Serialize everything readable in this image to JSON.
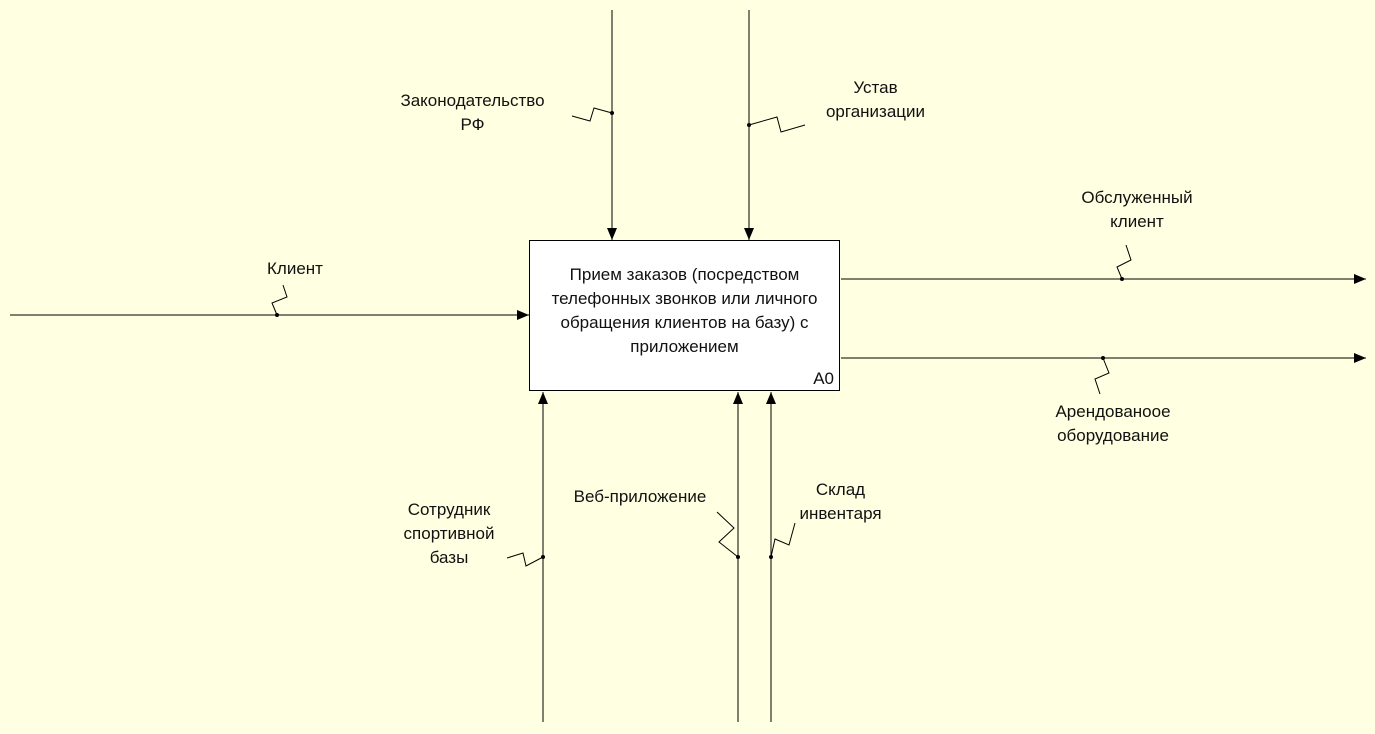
{
  "activity": {
    "title": "Прием заказов (посредством телефонных звонков или личного обращения клиентов на базу) с приложением",
    "node": "A0"
  },
  "arrows": {
    "input_client": "Клиент",
    "control_law": "Законодательство\nРФ",
    "control_charter": "Устав\nорганизации",
    "output_served": "Обслуженный\nклиент",
    "output_equipment": "Арендованоое\nоборудование",
    "mechanism_staff": "Сотрудник\nспортивной\nбазы",
    "mechanism_webapp": "Веб-приложение",
    "mechanism_warehouse": "Склад\nинвентаря"
  },
  "colors": {
    "background": "#FFFFE1",
    "box_fill": "#FFFFFF",
    "line": "#000000"
  }
}
